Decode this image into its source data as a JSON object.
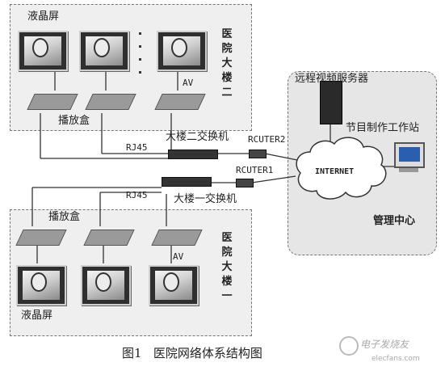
{
  "labels": {
    "lcd_top": "液晶屏",
    "hospital_2": "医院大楼二",
    "remote_server": "远程视频服务器",
    "av_top": "AV",
    "player_top": "播放盒",
    "switch_2": "大楼二交换机",
    "router_2": "RCUTER2",
    "program_station": "节目制作工作站",
    "rj45_top": "RJ45",
    "router_1": "RCUTER1",
    "internet": "INTERNET",
    "rj45_bottom": "RJ45",
    "switch_1": "大楼一交换机",
    "mgmt_center": "管理中心",
    "player_bottom": "播放盒",
    "hospital_1": "医院大楼一",
    "av_bottom": "AV",
    "lcd_bottom": "液晶屏"
  },
  "caption": "图1   医院网络体系结构图",
  "watermark": "电子发烧友",
  "watermark_url": "elecfans.com"
}
